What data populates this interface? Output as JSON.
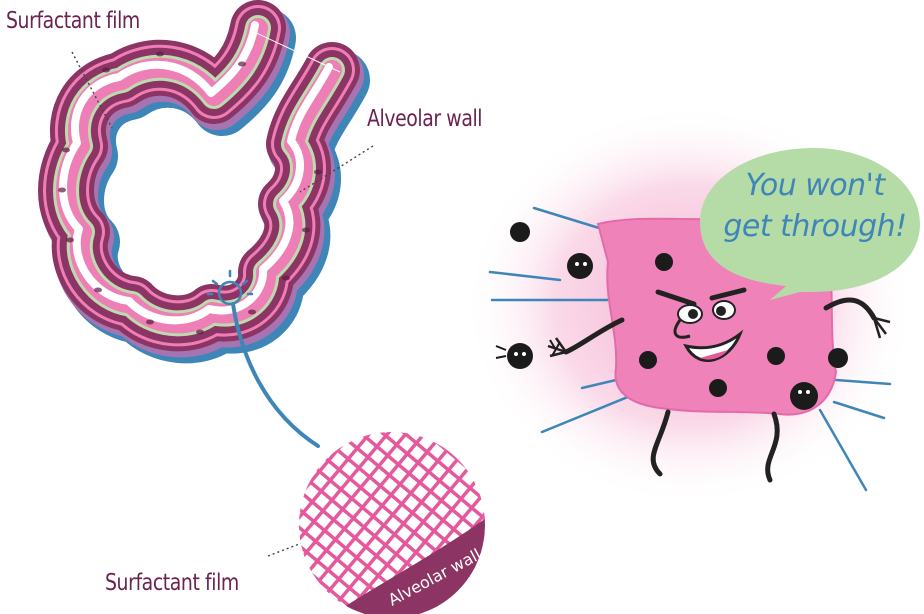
{
  "labels": {
    "surfactant_top": "Surfactant film",
    "alveolar_wall": "Alveolar wall",
    "surfactant_bottom": "Surfactant film",
    "zoom_wall": "Alveolar wall"
  },
  "speech_bubble": {
    "line1": "You won't",
    "line2": "get through!"
  },
  "colors": {
    "text": "#6b2351",
    "wall_pink": "#ee7fb6",
    "wall_dark": "#8c3565",
    "surfactant_green": "#bcdcae",
    "wall_blue": "#3f86b8",
    "bubble_green": "#b5dba7",
    "bubble_text": "#3f86b8",
    "character_pink": "#ef82b9"
  }
}
